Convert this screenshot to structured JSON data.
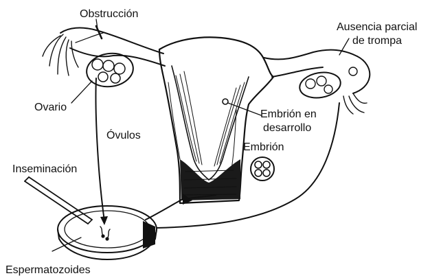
{
  "labels": {
    "obstruction": "Obstrucción",
    "partial_absence_line1": "Ausencia parcial",
    "partial_absence_line2": "de trompa",
    "ovary": "Ovario",
    "ova": "Óvulos",
    "developing_embryo_line1": "Embrión en",
    "developing_embryo_line2": "desarrollo",
    "embryo": "Embrión",
    "insemination": "Inseminación",
    "sperm": "Espermatozoides"
  }
}
